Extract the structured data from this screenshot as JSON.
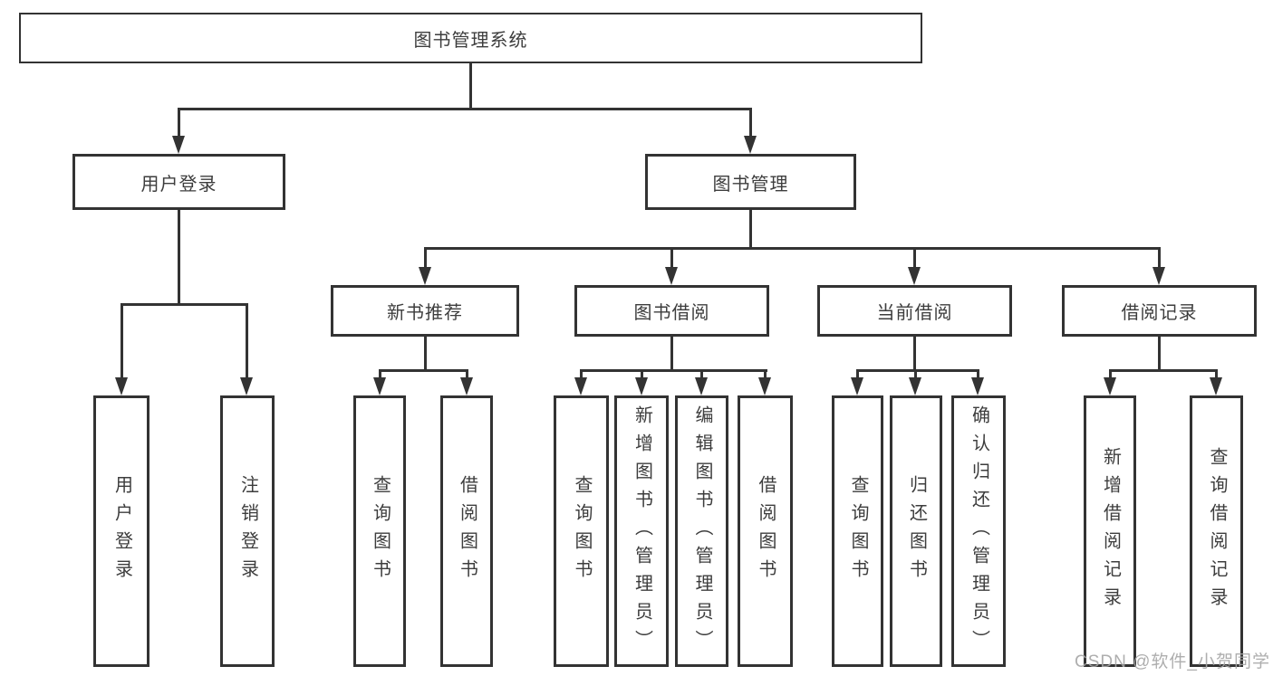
{
  "diagram": {
    "type": "hierarchy-tree",
    "tree": {
      "label": "图书管理系统",
      "children": [
        {
          "label": "用户登录",
          "children": [
            {
              "label": "用户登录"
            },
            {
              "label": "注销登录"
            }
          ]
        },
        {
          "label": "图书管理",
          "children": [
            {
              "label": "新书推荐",
              "children": [
                {
                  "label": "查询图书"
                },
                {
                  "label": "借阅图书"
                }
              ]
            },
            {
              "label": "图书借阅",
              "children": [
                {
                  "label": "查询图书"
                },
                {
                  "label": "新增图书（管理员）"
                },
                {
                  "label": "编辑图书（管理员）"
                },
                {
                  "label": "借阅图书"
                }
              ]
            },
            {
              "label": "当前借阅",
              "children": [
                {
                  "label": "查询图书"
                },
                {
                  "label": "归还图书"
                },
                {
                  "label": "确认归还（管理员）"
                }
              ]
            },
            {
              "label": "借阅记录",
              "children": [
                {
                  "label": "新增借阅记录"
                },
                {
                  "label": "查询借阅记录"
                }
              ]
            }
          ]
        }
      ]
    },
    "colors": {
      "line": "#333333",
      "node_border": "#333333",
      "node_text": "#3d3d3d",
      "background": "#ffffff",
      "watermark": "#a5a5a5"
    }
  },
  "watermark": {
    "text": "CSDN @软件_小贺同学"
  }
}
